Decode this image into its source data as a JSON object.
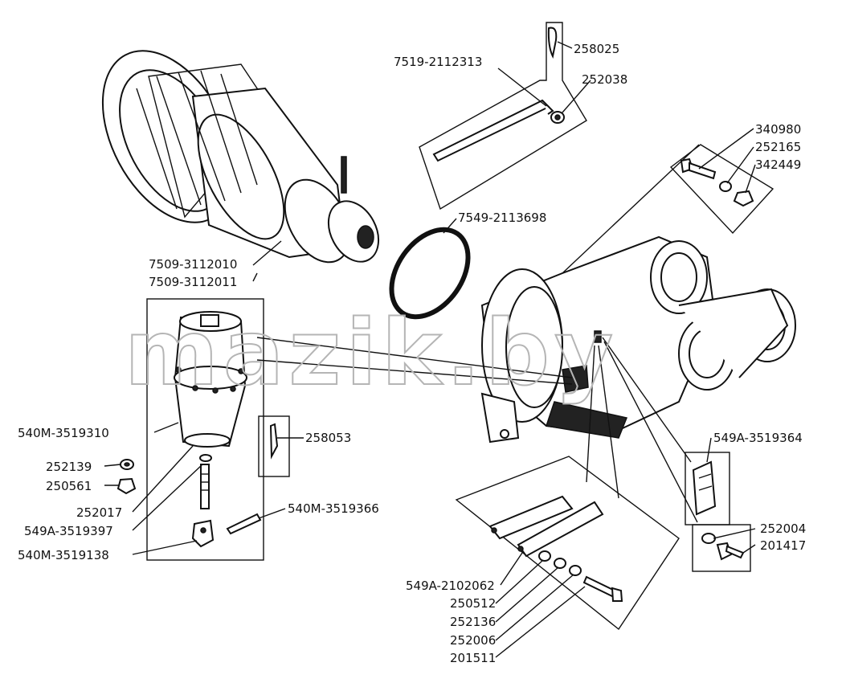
{
  "watermark": "mazik.by",
  "labels": {
    "p258025": "258025",
    "p7519_2112313": "7519-2112313",
    "p252038": "252038",
    "p340980": "340980",
    "p252165": "252165",
    "p342449": "342449",
    "p7549_2113698": "7549-2113698",
    "p7509_3112010": "7509-3112010",
    "p7509_3112011": "7509-3112011",
    "p540M_3519310": "540M-3519310",
    "p258053": "258053",
    "p252139": "252139",
    "p250561": "250561",
    "p252017": "252017",
    "p549A_3519397": "549A-3519397",
    "p540M_3519366": "540M-3519366",
    "p540M_3519138": "540M-3519138",
    "p549A_3519364": "549A-3519364",
    "p252004": "252004",
    "p201417": "201417",
    "p549A_2102062": "549A-2102062",
    "p250512": "250512",
    "p252136": "252136",
    "p252006": "252006",
    "p201511": "201511"
  }
}
